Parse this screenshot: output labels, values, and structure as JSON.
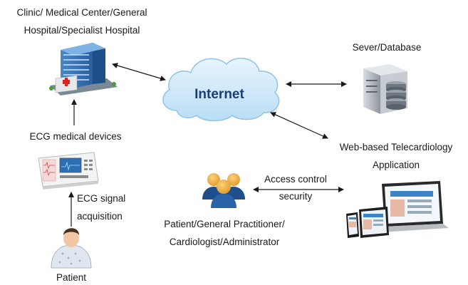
{
  "nodes": {
    "clinic": {
      "line1": "Clinic/ Medical Center/General",
      "line2": "Hospital/Specialist Hospital",
      "icon": "hospital-building-icon"
    },
    "internet": {
      "label": "Internet",
      "icon": "cloud-icon"
    },
    "server": {
      "label": "Sever/Database",
      "icon": "server-icon"
    },
    "ecg_devices": {
      "label": "ECG medical devices",
      "icon": "ecg-machine-icon"
    },
    "web_app": {
      "line1": "Web-based Telecardiology",
      "line2": "Application",
      "icon": "devices-icon"
    },
    "users": {
      "line1": "Patient/General Practitioner/",
      "line2": "Cardiologist/Administrator",
      "icon": "users-group-icon"
    },
    "patient": {
      "label": "Patient",
      "icon": "patient-icon"
    }
  },
  "edges": {
    "ecg_signal": {
      "line1": "ECG signal",
      "line2": "acquisition"
    },
    "access_control": {
      "line1": "Access control",
      "line2": "security"
    }
  },
  "colors": {
    "cloud_fill": "#cfe8f8",
    "cloud_stroke": "#8fc3e8",
    "internet_text": "#1b3f74",
    "arrow": "#1a1a1a"
  }
}
